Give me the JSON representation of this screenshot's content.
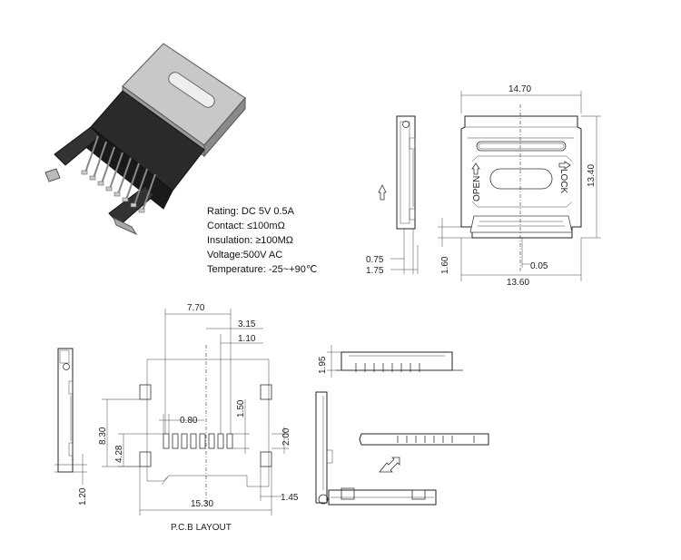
{
  "specs": {
    "rating": "Rating: DC 5V 0.5A",
    "contact": "Contact: ≤100mΩ",
    "insulation": "Insulation: ≥100MΩ",
    "voltage": "Voltage:500V AC",
    "temperature": "Temperature: -25~+90℃"
  },
  "top_view": {
    "width_label": "14.70",
    "height_label": "13.40",
    "bottom_width_label": "13.60",
    "offset_label": "0.05",
    "left_label": "1.60",
    "open_label": "OPEN",
    "lock_label": "LOCK"
  },
  "side_view_top": {
    "label_a": "0.75",
    "label_b": "1.75"
  },
  "pcb_layout": {
    "title": "P.C.B LAYOUT",
    "width_top": "7.70",
    "dim_315": "3.15",
    "dim_110": "1.10",
    "pitch": "0.80",
    "pad_len": "1.50",
    "height_830": "8.30",
    "height_428": "4.28",
    "dim_200": "2.00",
    "width_bottom": "15.30",
    "dim_145": "1.45"
  },
  "side_view_left": {
    "label": "1.20"
  },
  "front_view": {
    "height_label": "1.95"
  }
}
